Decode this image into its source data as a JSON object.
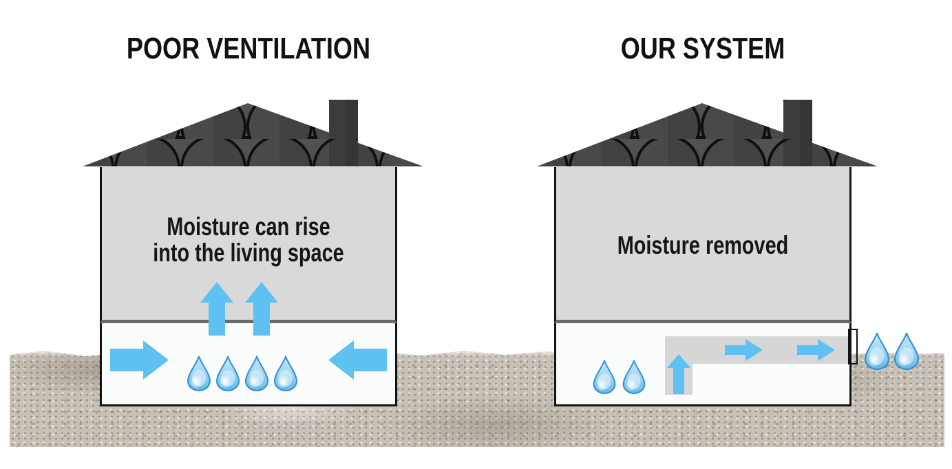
{
  "diagram": {
    "left_panel": {
      "title": "POOR VENTILATION",
      "caption_line1": "Moisture can rise",
      "caption_line2": "into the living space"
    },
    "right_panel": {
      "title": "OUR SYSTEM",
      "caption": "Moisture removed"
    }
  },
  "icons": {
    "water_droplet": "teardrop-shape",
    "up_arrow": "block-arrow-up",
    "right_arrow": "block-arrow-right",
    "left_arrow": "block-arrow-left"
  },
  "colors": {
    "arrow": "#5ec1f2",
    "living": "#d9d9d9",
    "duct": "#d6d6d6",
    "floor_line": "#6a6a6a",
    "wall": "#141414",
    "crawl": "#fbfdfc",
    "ground": "#c7c1b7",
    "text": "#161616"
  }
}
